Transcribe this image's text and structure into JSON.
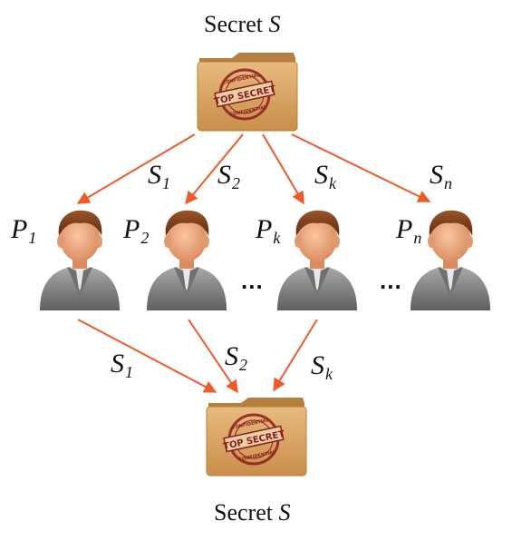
{
  "diagram": {
    "top_title": {
      "text": "Secret",
      "symbol": "S"
    },
    "bottom_title": {
      "text": "Secret",
      "symbol": "S"
    },
    "folder": {
      "stamp_top": "CONFIDENTIAL",
      "stamp_middle": "TOP SECRET",
      "stamp_bottom": "CONFIDENTIAL"
    },
    "participants": [
      {
        "base": "P",
        "sub": "1"
      },
      {
        "base": "P",
        "sub": "2"
      },
      {
        "base": "P",
        "sub": "k"
      },
      {
        "base": "P",
        "sub": "n"
      }
    ],
    "distribution_shares": [
      {
        "base": "S",
        "sub": "1"
      },
      {
        "base": "S",
        "sub": "2"
      },
      {
        "base": "S",
        "sub": "k"
      },
      {
        "base": "S",
        "sub": "n"
      }
    ],
    "reconstruction_shares": [
      {
        "base": "S",
        "sub": "1"
      },
      {
        "base": "S",
        "sub": "2"
      },
      {
        "base": "S",
        "sub": "k"
      }
    ],
    "ellipses": [
      "...",
      "..."
    ],
    "colors": {
      "arrow": "#f05a28",
      "folder": "#d9a766",
      "folder_dark": "#b5803f",
      "stamp": "#8b1c1c",
      "suit": "#8a8a8a",
      "skin": "#e9a17a",
      "hair": "#7a3d1c"
    }
  }
}
